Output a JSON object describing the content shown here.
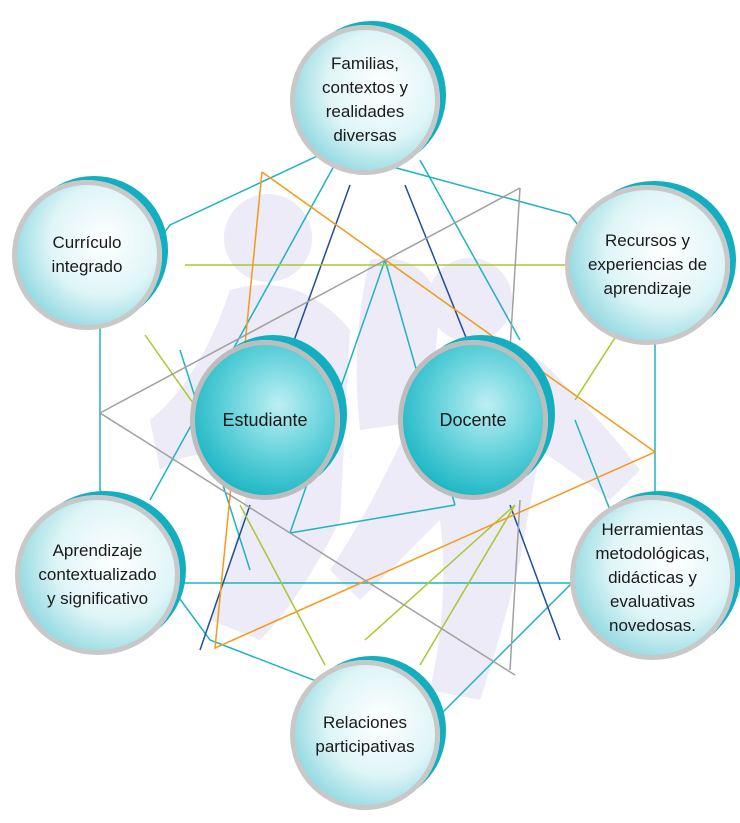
{
  "nodes": {
    "familias": "Familias,\ncontextos y\nrealidades\ndiversas",
    "curriculo": "Currículo\nintegrado",
    "recursos": "Recursos y\nexperiencias de\naprendizaje",
    "estudiante": "Estudiante",
    "docente": "Docente",
    "aprendizaje": "Aprendizaje\ncontextualizado\ny significativo",
    "herramientas": "Herramientas\nmetodológicas,\ndidácticas y\nevaluativas\nnovedosas.",
    "relaciones": "Relaciones\nparticipativas"
  },
  "colors": {
    "hexagon": "#1fb3c0",
    "navy": "#1f4e9a",
    "lime": "#a8c832",
    "orange": "#f39a1a",
    "gray": "#a0a0a0",
    "watermark": "#ecebf7",
    "node_accent": "#13aebf"
  }
}
